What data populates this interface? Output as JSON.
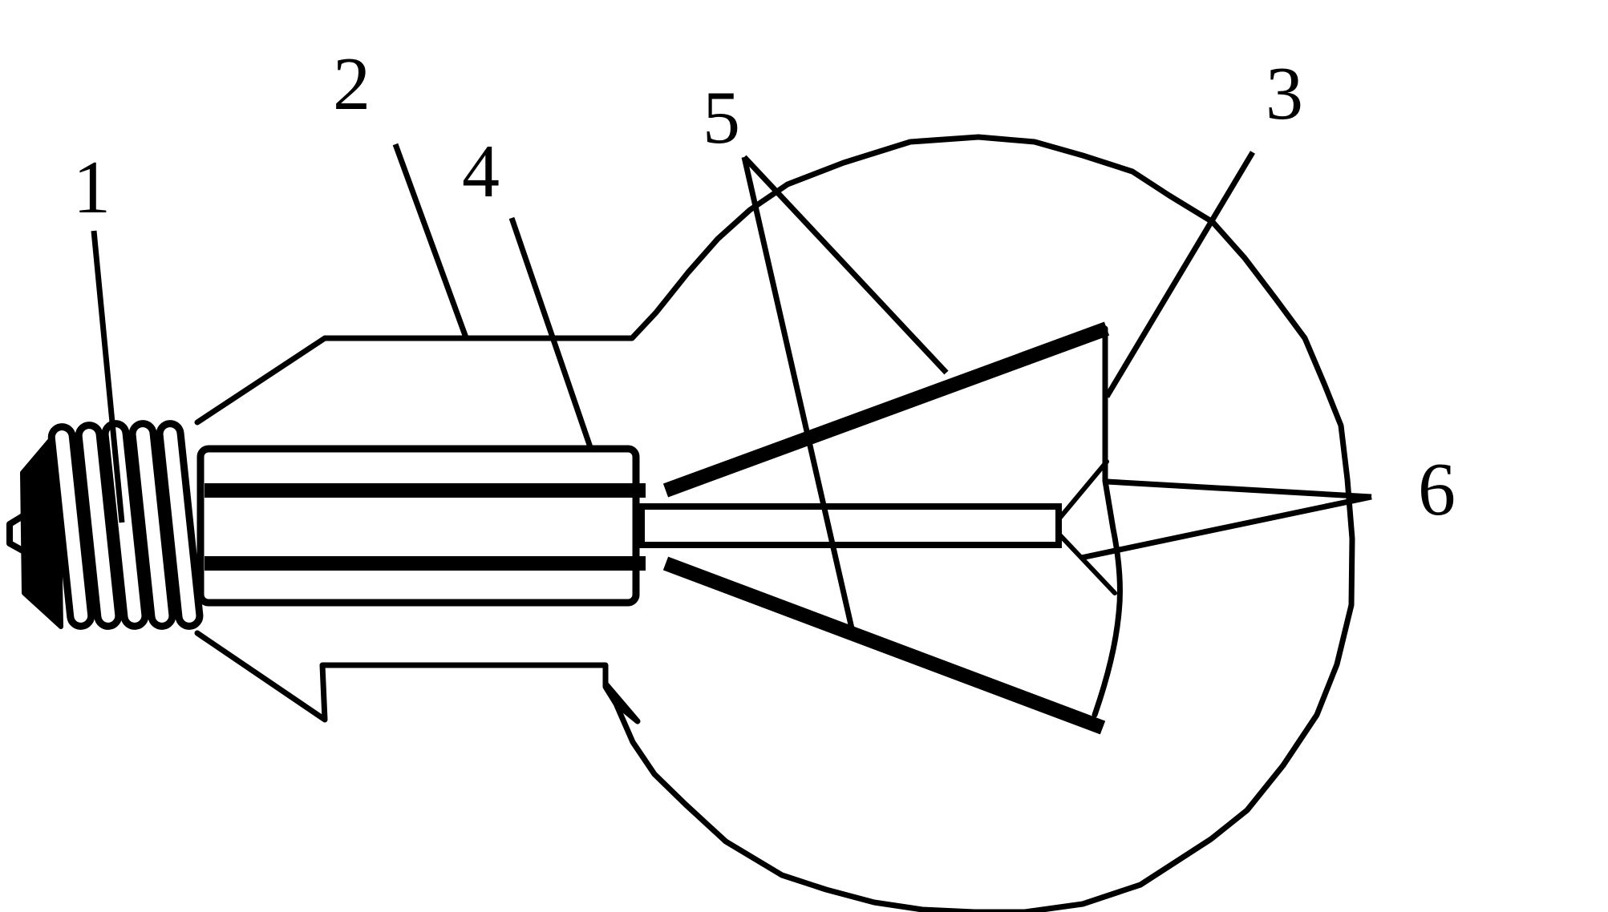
{
  "diagram": {
    "callouts": [
      {
        "id": "1",
        "label": "1",
        "part": "base-thread"
      },
      {
        "id": "2",
        "label": "2",
        "part": "bulb-neck"
      },
      {
        "id": "3",
        "label": "3",
        "part": "filament"
      },
      {
        "id": "4",
        "label": "4",
        "part": "glass-stem"
      },
      {
        "id": "5",
        "label": "5",
        "part": "lead-wires"
      },
      {
        "id": "6",
        "label": "6",
        "part": "support-wires"
      }
    ]
  },
  "colors": {
    "ink": "#000000",
    "background": "#ffffff"
  }
}
